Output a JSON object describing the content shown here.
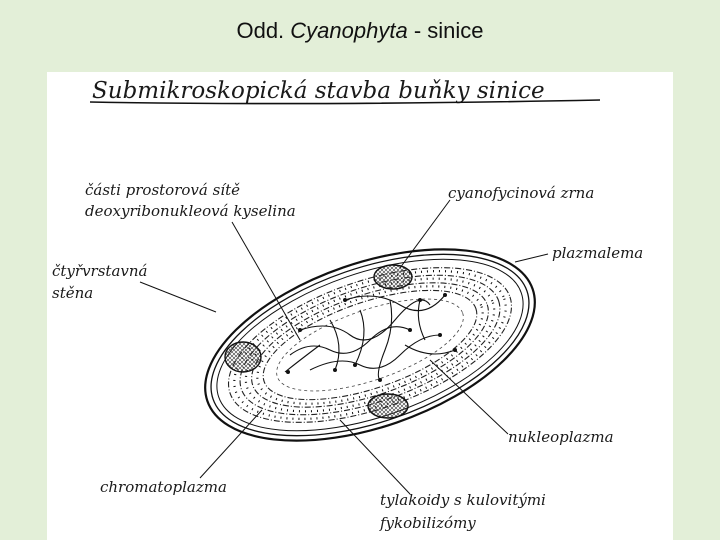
{
  "slide": {
    "title_prefix": "Odd.",
    "title_italic": "Cyanophyta",
    "title_suffix": "- sinice"
  },
  "diagram": {
    "heading": "Submikroskopická stavba buňky sinice",
    "labels": {
      "dna_line1": "části prostorová sítě",
      "dna_line2": "deoxyribonukleová kyselina",
      "cyanophycin": "cyanofycinová zrna",
      "plasmalemma": "plazmalema",
      "wall_line1": "čtyřvrstavná",
      "wall_line2": "stěna",
      "nucleoplasm": "nukleoplazma",
      "chromatoplasm": "chromatoplazma",
      "thylakoid_line1": "tylakoidy s kulovitými",
      "thylakoid_line2": "fykobilizómy"
    }
  }
}
